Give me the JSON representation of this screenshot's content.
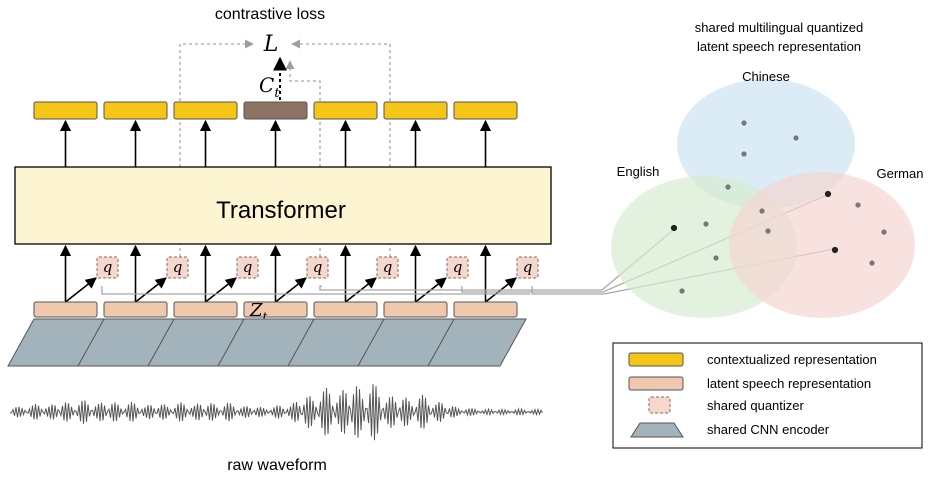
{
  "left": {
    "title": "contrastive loss",
    "loss_symbol": "L",
    "context_symbol": "C",
    "context_subscript": "t",
    "transformer_label": "Transformer",
    "quantizer_symbol": "q",
    "latent_symbol": "Z",
    "latent_subscript": "t",
    "waveform_label": "raw waveform",
    "positions": 7,
    "masked_index": 3
  },
  "right": {
    "title_line1": "shared multilingual quantized",
    "title_line2": "latent speech representation",
    "languages": [
      "Chinese",
      "English",
      "German"
    ]
  },
  "legend": {
    "items": [
      {
        "kind": "contextualized",
        "label": "contextualized representation"
      },
      {
        "kind": "latent",
        "label": "latent speech representation"
      },
      {
        "kind": "quantizer",
        "label": "shared quantizer"
      },
      {
        "kind": "encoder",
        "label": "shared CNN encoder"
      }
    ]
  },
  "colors": {
    "contextualized": "#f5c518",
    "masked": "#8c7364",
    "latent": "#f0c8ae",
    "quantizer": "#f6d7cc",
    "encoder": "#a3b3bc",
    "transformer": "#fdf5d2",
    "chinese": "#cfe6f3",
    "english": "#d6ecd0",
    "german": "#f4d6d2",
    "dashed": "#a6a6a6"
  }
}
